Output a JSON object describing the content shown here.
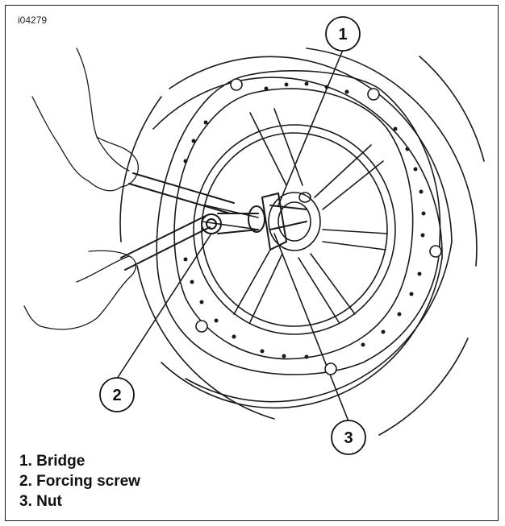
{
  "figure_id": "i04279",
  "callouts": [
    {
      "number": "1"
    },
    {
      "number": "2"
    },
    {
      "number": "3"
    }
  ],
  "legend": [
    {
      "text": "1. Bridge"
    },
    {
      "text": "2. Forcing screw"
    },
    {
      "text": "3. Nut"
    }
  ]
}
